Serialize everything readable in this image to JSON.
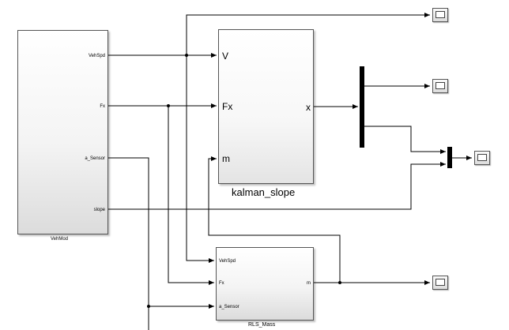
{
  "blocks": {
    "vehmod": {
      "name": "VehMod",
      "ports": {
        "vehspd": "VehSpd",
        "fx": "Fx",
        "a_sensor": "a_Sensor",
        "slope": "slope"
      }
    },
    "kalman": {
      "name": "kalman_slope",
      "inputs": {
        "v": "V",
        "fx": "Fx",
        "m": "m"
      },
      "outputs": {
        "x": "x"
      }
    },
    "rls": {
      "name": "RLS_Mass",
      "inputs": {
        "vehspd": "VehSpd",
        "fx": "Fx",
        "a_sensor": "a_Sensor"
      },
      "outputs": {
        "m": "m"
      }
    }
  },
  "scopes": [
    "scope",
    "scope",
    "scope",
    "scope"
  ],
  "colors": {
    "wire": "#000000",
    "block_border": "#555555"
  }
}
